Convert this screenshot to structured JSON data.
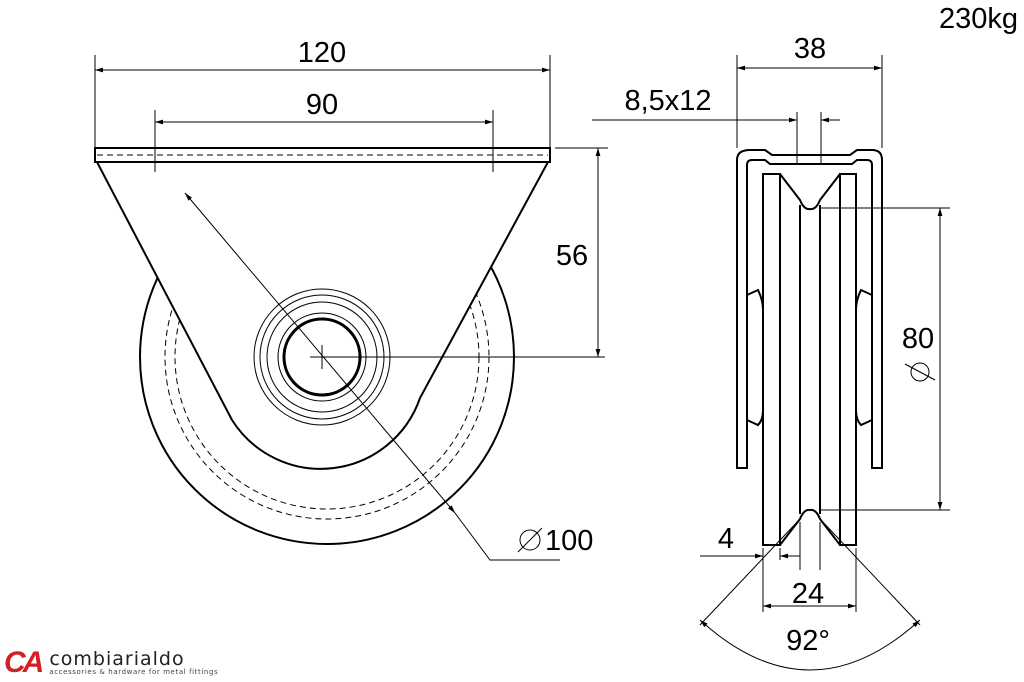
{
  "load": "230kg",
  "dimensions": {
    "plate_width": "120",
    "hole_spacing": "90",
    "height_to_axle": "56",
    "wheel_diameter": "100",
    "total_width": "38",
    "slot": "8,5x12",
    "groove_diameter": "80",
    "flange": "4",
    "wheel_width": "24",
    "groove_angle": "92°"
  },
  "logo": {
    "mark": "CA",
    "name": "combiarialdo",
    "tagline": "accessories & hardware for metal fittings",
    "color": "#d32027"
  }
}
